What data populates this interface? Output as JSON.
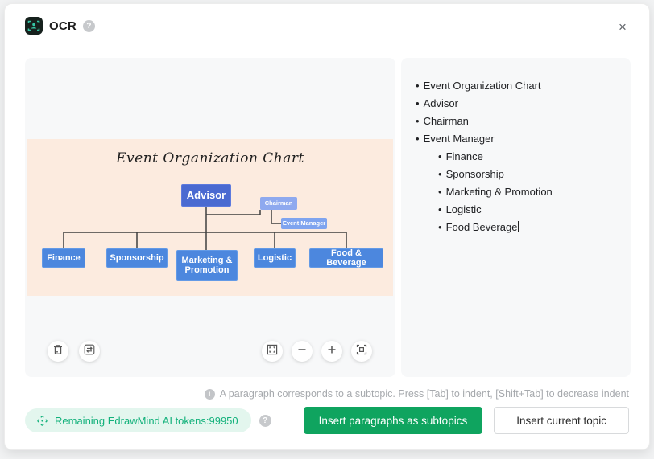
{
  "header": {
    "title": "OCR"
  },
  "icons": {
    "close": "×",
    "help": "?",
    "info": "i",
    "bullet": "•"
  },
  "preview": {
    "chart": {
      "title": "Event Organization Chart",
      "advisor": "Advisor",
      "chairman": "Chairman",
      "event_manager": "Event Manager",
      "departments": [
        "Finance",
        "Sponsorship",
        "Marketing & Promotion",
        "Logistic",
        "Food & Beverage"
      ]
    }
  },
  "ocr_result": {
    "items": [
      {
        "label": "Event Organization Chart",
        "level": 0
      },
      {
        "label": "Advisor",
        "level": 0
      },
      {
        "label": "Chairman",
        "level": 0
      },
      {
        "label": "Event Manager",
        "level": 0
      },
      {
        "label": "Finance",
        "level": 1
      },
      {
        "label": "Sponsorship",
        "level": 1
      },
      {
        "label": "Marketing & Promotion",
        "level": 1
      },
      {
        "label": "Logistic",
        "level": 1
      },
      {
        "label": "Food Beverage",
        "level": 1
      }
    ]
  },
  "hint": "A paragraph corresponds to a subtopic. Press [Tab] to indent, [Shift+Tab] to decrease indent",
  "footer": {
    "tokens_label": "Remaining EdrawMind AI tokens:99950",
    "primary_button": "Insert paragraphs as subtopics",
    "secondary_button": "Insert current topic"
  },
  "colors": {
    "primary_green": "#0fa45f",
    "token_green": "#12b17b",
    "token_pill_bg": "#e3f6ee",
    "advisor_blue": "#4a6ad1",
    "light_blue": "#8ea9ef",
    "dept_blue": "#4c87de",
    "image_bg": "#fcebdf",
    "panel_bg": "#f7f8f9"
  }
}
